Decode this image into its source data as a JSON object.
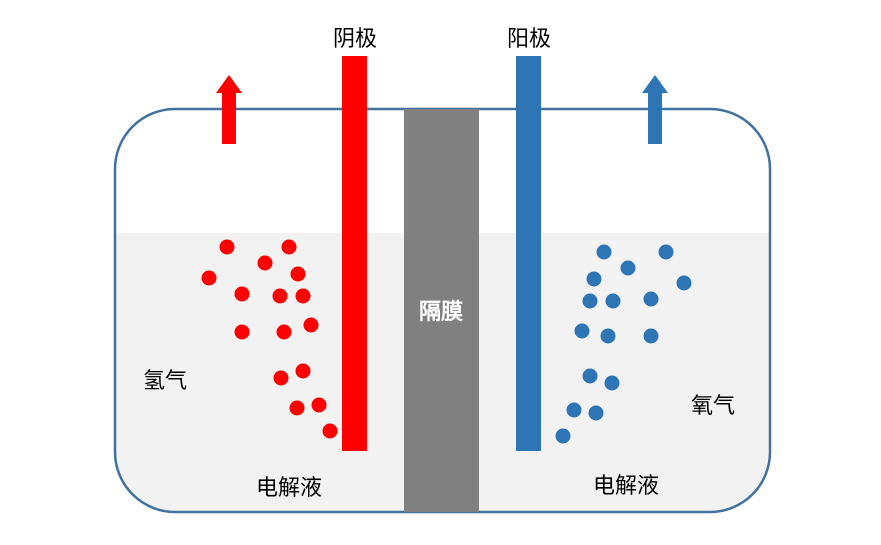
{
  "labels": {
    "cathode": "阴极",
    "anode": "阳极",
    "membrane": "隔膜",
    "electrolyte_left": "电解液",
    "electrolyte_right": "电解液",
    "hydrogen": "氢气",
    "oxygen": "氧气"
  },
  "colors": {
    "cathode": "#ff0000",
    "anode": "#2e75b6",
    "membrane": "#808080",
    "electrolyte": "#f2f2f2",
    "tank_outline": "#41719c",
    "hydrogen_bubble": "#ff0000",
    "oxygen_bubble": "#2e75b6",
    "hydrogen_arrow": "#ff0000",
    "oxygen_arrow": "#2e75b6"
  },
  "icons": {
    "hydrogen_arrow": "up-arrow-icon",
    "oxygen_arrow": "up-arrow-icon"
  }
}
